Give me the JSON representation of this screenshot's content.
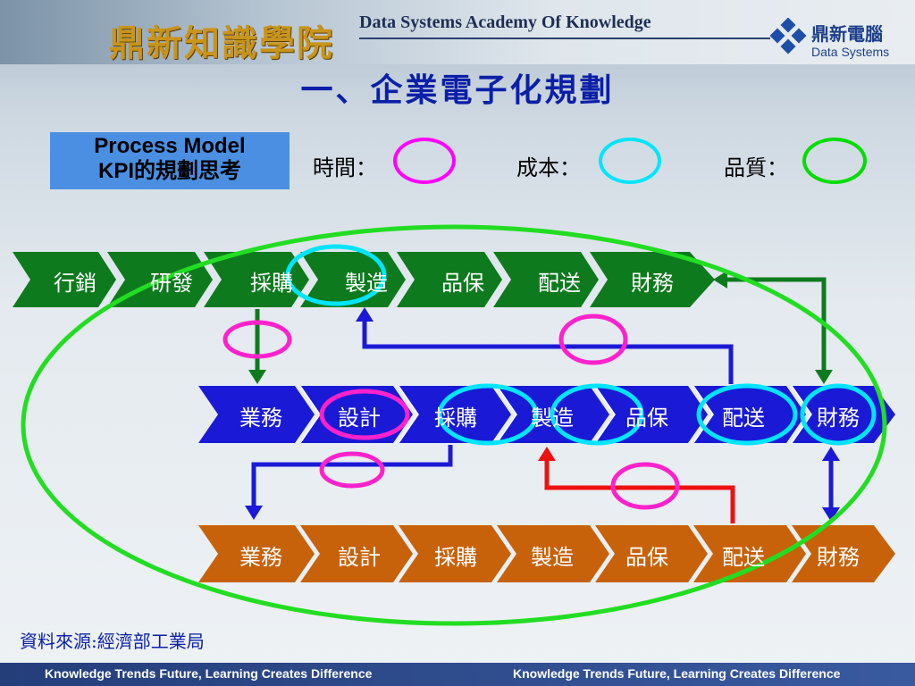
{
  "header": {
    "logo_cn": "鼎新知識學院",
    "logo_en": "Data Systems Academy Of Knowledge",
    "corp_cn": "鼎新電腦",
    "corp_en": "Data Systems"
  },
  "title": "一、企業電子化規劃",
  "kpi_box": {
    "line1": "Process Model",
    "line2": "KPI的規劃思考"
  },
  "legend": [
    {
      "label": "時間：",
      "color": "#ff00ff"
    },
    {
      "label": "成本：",
      "color": "#00e5ff"
    },
    {
      "label": "品質：",
      "color": "#00dd00"
    }
  ],
  "rows": {
    "green": [
      "行銷",
      "研發",
      "採購",
      "製造",
      "品保",
      "配送",
      "財務"
    ],
    "blue": [
      "業務",
      "設計",
      "採購",
      "製造",
      "品保",
      "配送",
      "財務"
    ],
    "orange": [
      "業務",
      "設計",
      "採購",
      "製造",
      "品保",
      "配送",
      "財務"
    ]
  },
  "colors": {
    "green_row": "#0e7a1e",
    "blue_row": "#1a1ad6",
    "orange_row": "#c8620a"
  },
  "source": "資料來源:經濟部工業局",
  "footer": {
    "left": "Knowledge Trends Future, Learning Creates Difference",
    "right": "Knowledge Trends Future, Learning Creates Difference"
  }
}
